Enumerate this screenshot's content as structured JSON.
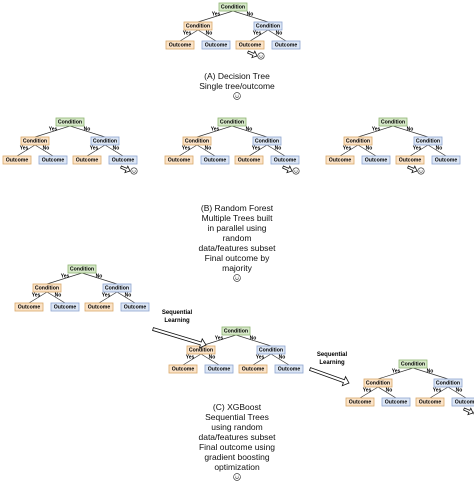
{
  "node_labels": {
    "condition": "Condition",
    "outcome": "Outcome",
    "yes": "Yes",
    "no": "No"
  },
  "captions": {
    "decision_tree": [
      "(A) Decision Tree",
      "Single tree/outcome"
    ],
    "random_forest": [
      "(B) Random Forest",
      "Multiple Trees built",
      "in parallel using",
      "random",
      "data/features subset",
      "Final outcome by",
      "majority"
    ],
    "xgboost": [
      "(C) XGBoost",
      "Sequential Trees",
      "using random",
      "data/features subset",
      "Final outcome using",
      "gradient boosting",
      "optimization"
    ]
  },
  "arrows": {
    "sequential_1": [
      "Sequential",
      "Learning"
    ],
    "sequential_2": [
      "Sequential",
      "Learning"
    ]
  },
  "colors": {
    "condition_fill": "#d6e8c8",
    "orange_fill": "#fbe3c8",
    "blue_fill": "#dce6f5"
  },
  "icons": [
    "smiley-icon"
  ]
}
